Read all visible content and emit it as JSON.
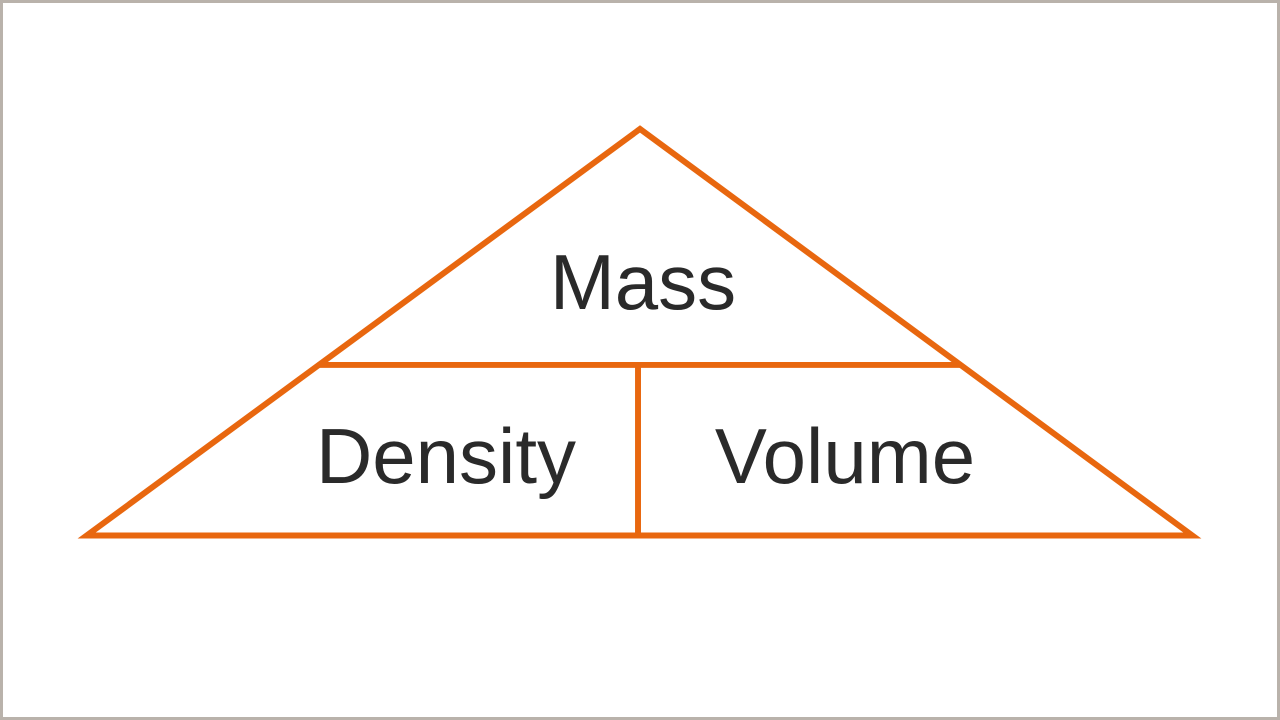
{
  "diagram": {
    "labels": {
      "top": "Mass",
      "bottom_left": "Density",
      "bottom_right": "Volume"
    }
  },
  "colors": {
    "triangle_line": "#E8670F",
    "text": "#2a2a2a",
    "frame_border": "#b9b2ab",
    "background": "#ffffff"
  }
}
